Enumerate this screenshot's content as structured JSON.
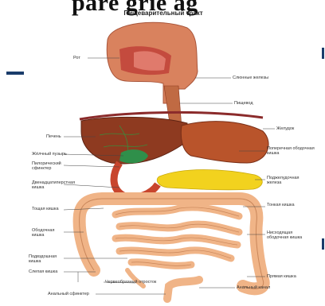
{
  "heading_fragment": "pare grie ag",
  "title": "Пищеварительный тракт",
  "labels": {
    "mouth": "Рот",
    "salivary_glands": "Слюнные железы",
    "esophagus": "Пищевод",
    "liver": "Печень",
    "stomach": "Желудок",
    "gallbladder": "Жёлчный пузырь",
    "sphincter_pylorus": "Пилорический сфинктер",
    "duodenum": "Двенадцатиперстная кишка",
    "pancreas": "Поджелудочная железа",
    "jejunum": "Тощая кишка",
    "ileum": "Подвздошная кишка",
    "colon_ascending": "Ободочная кишка",
    "appendix": "Червеобразный отросток",
    "cecum": "Слепая кишка",
    "anus_sphincter": "Анальный сфинктер",
    "rectum": "Прямая кишка",
    "anus": "Анальный канал",
    "small_intestine": "Тонкая кишка",
    "colon_descending": "Нисходящая ободочная кишка",
    "colon_transverse": "Поперечная ободочная кишка"
  },
  "colors": {
    "accent": "#1a3c6b",
    "intestine": "#f0b487",
    "liver": "#8e3a20",
    "stomach": "#b9542b",
    "pancreas": "#f2d21e",
    "gallbladder": "#2f8f4a"
  }
}
